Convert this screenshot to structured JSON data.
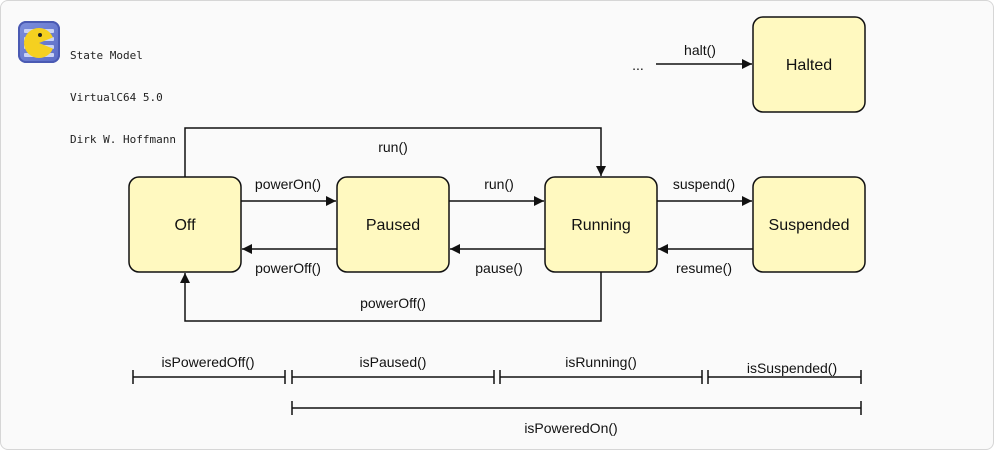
{
  "header": {
    "lines": [
      "State Model",
      "VirtualC64 5.0",
      "Dirk W. Hoffmann"
    ]
  },
  "colors": {
    "state_fill": "#fff9c0",
    "stroke": "#111111"
  },
  "icons": [
    "pacman-logo-icon"
  ],
  "states": {
    "off": "Off",
    "paused": "Paused",
    "running": "Running",
    "suspended": "Suspended",
    "halted": "Halted"
  },
  "transitions": {
    "ellipsis": "...",
    "halt": "halt()",
    "run_top": "run()",
    "power_on": "powerOn()",
    "power_off_1": "powerOff()",
    "run": "run()",
    "pause": "pause()",
    "suspend": "suspend()",
    "resume": "resume()",
    "power_off_2": "powerOff()"
  },
  "ranges": {
    "is_powered_off": "isPoweredOff()",
    "is_paused": "isPaused()",
    "is_running": "isRunning()",
    "is_suspended": "isSuspended()",
    "is_powered_on": "isPoweredOn()"
  }
}
